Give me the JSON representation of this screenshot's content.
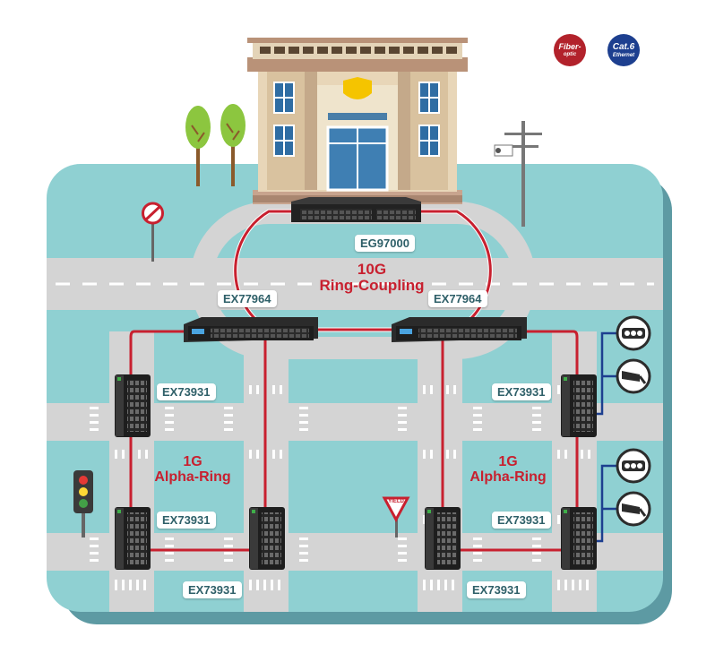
{
  "badges": {
    "fiber": {
      "line1": "Fiber-",
      "line2": "optic",
      "color": "#b2222b"
    },
    "cat6": {
      "line1": "Cat.6",
      "line2": "Ethernet",
      "color": "#1d3f8f"
    }
  },
  "switches": {
    "core": "EG97000",
    "agg_left": "EX77964",
    "agg_right": "EX77964",
    "edge_left_top": "EX73931",
    "edge_left_mid": "EX73931",
    "edge_left_bottom": "EX73931",
    "edge_right_top": "EX73931",
    "edge_right_mid": "EX73931",
    "edge_right_bottom": "EX73931"
  },
  "rings": {
    "core": {
      "speed": "10G",
      "name": "Ring-Coupling"
    },
    "left": {
      "speed": "1G",
      "name": "Alpha-Ring"
    },
    "right": {
      "speed": "1G",
      "name": "Alpha-Ring"
    }
  },
  "signs": {
    "yield": "YIELD"
  },
  "colors": {
    "fiber_link": "#c8202f",
    "copper_link": "#1d3f8f",
    "ground": "#8fd0d2",
    "road": "#d4d4d4",
    "ring_text": "#c8202f",
    "label_text": "#2e5f68"
  }
}
